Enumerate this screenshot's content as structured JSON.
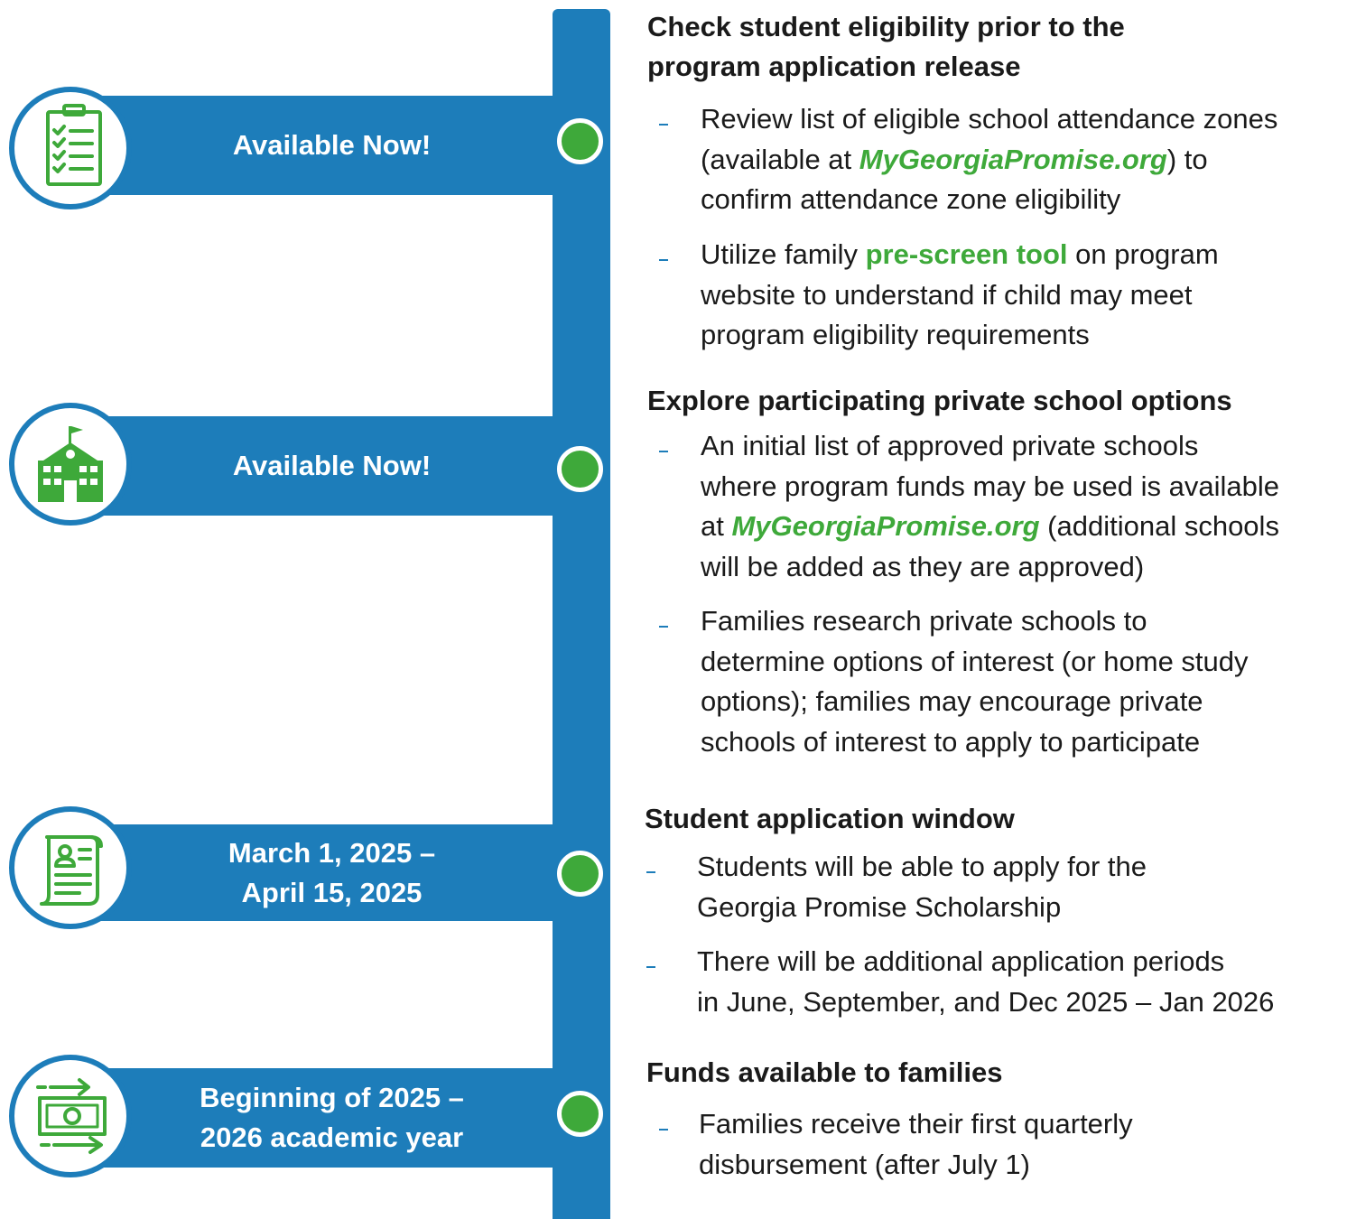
{
  "colors": {
    "timeline_blue": "#1d7dba",
    "accent_green": "#3ea93a",
    "text": "#1a1a1a"
  },
  "milestones": [
    {
      "icon": "clipboard-checklist-icon",
      "label_lines": [
        "Available Now!"
      ]
    },
    {
      "icon": "school-building-icon",
      "label_lines": [
        "Available Now!"
      ]
    },
    {
      "icon": "application-document-icon",
      "label_lines": [
        "March 1, 2025 –",
        "April 15, 2025"
      ]
    },
    {
      "icon": "money-transfer-icon",
      "label_lines": [
        "Beginning of 2025 –",
        "2026 academic year"
      ]
    }
  ],
  "sections": [
    {
      "heading_lines": [
        "Check student eligibility prior to the",
        "program application release"
      ],
      "bullets": [
        {
          "lines": [
            "Review list of eligible school attendance zones",
            "(available at |MyGeorgiaPromise.org|) to",
            "confirm attendance zone eligibility"
          ]
        },
        {
          "lines": [
            "Utilize family |pre-screen tool| on program",
            "website to understand if child may meet",
            "program eligibility requirements"
          ]
        }
      ]
    },
    {
      "heading_lines": [
        "Explore participating private school options"
      ],
      "bullets": [
        {
          "lines": [
            "An initial list of approved private schools",
            "where program funds may be used is available",
            "at |MyGeorgiaPromise.org| (additional schools",
            "will be added as they are approved)"
          ]
        },
        {
          "lines": [
            "Families research private schools to",
            "determine options of interest (or home study",
            "options); families may encourage private",
            "schools of interest to apply to participate"
          ]
        }
      ]
    },
    {
      "heading_lines": [
        "Student application window"
      ],
      "bullets": [
        {
          "lines": [
            "Students will be able to apply for the",
            "Georgia Promise Scholarship"
          ]
        },
        {
          "lines": [
            "There will be additional application periods",
            "in June, September, and Dec 2025 – Jan 2026"
          ]
        }
      ]
    },
    {
      "heading_lines": [
        "Funds available to families"
      ],
      "bullets": [
        {
          "lines": [
            "Families receive their first quarterly",
            "disbursement (after July 1)"
          ]
        }
      ]
    }
  ]
}
